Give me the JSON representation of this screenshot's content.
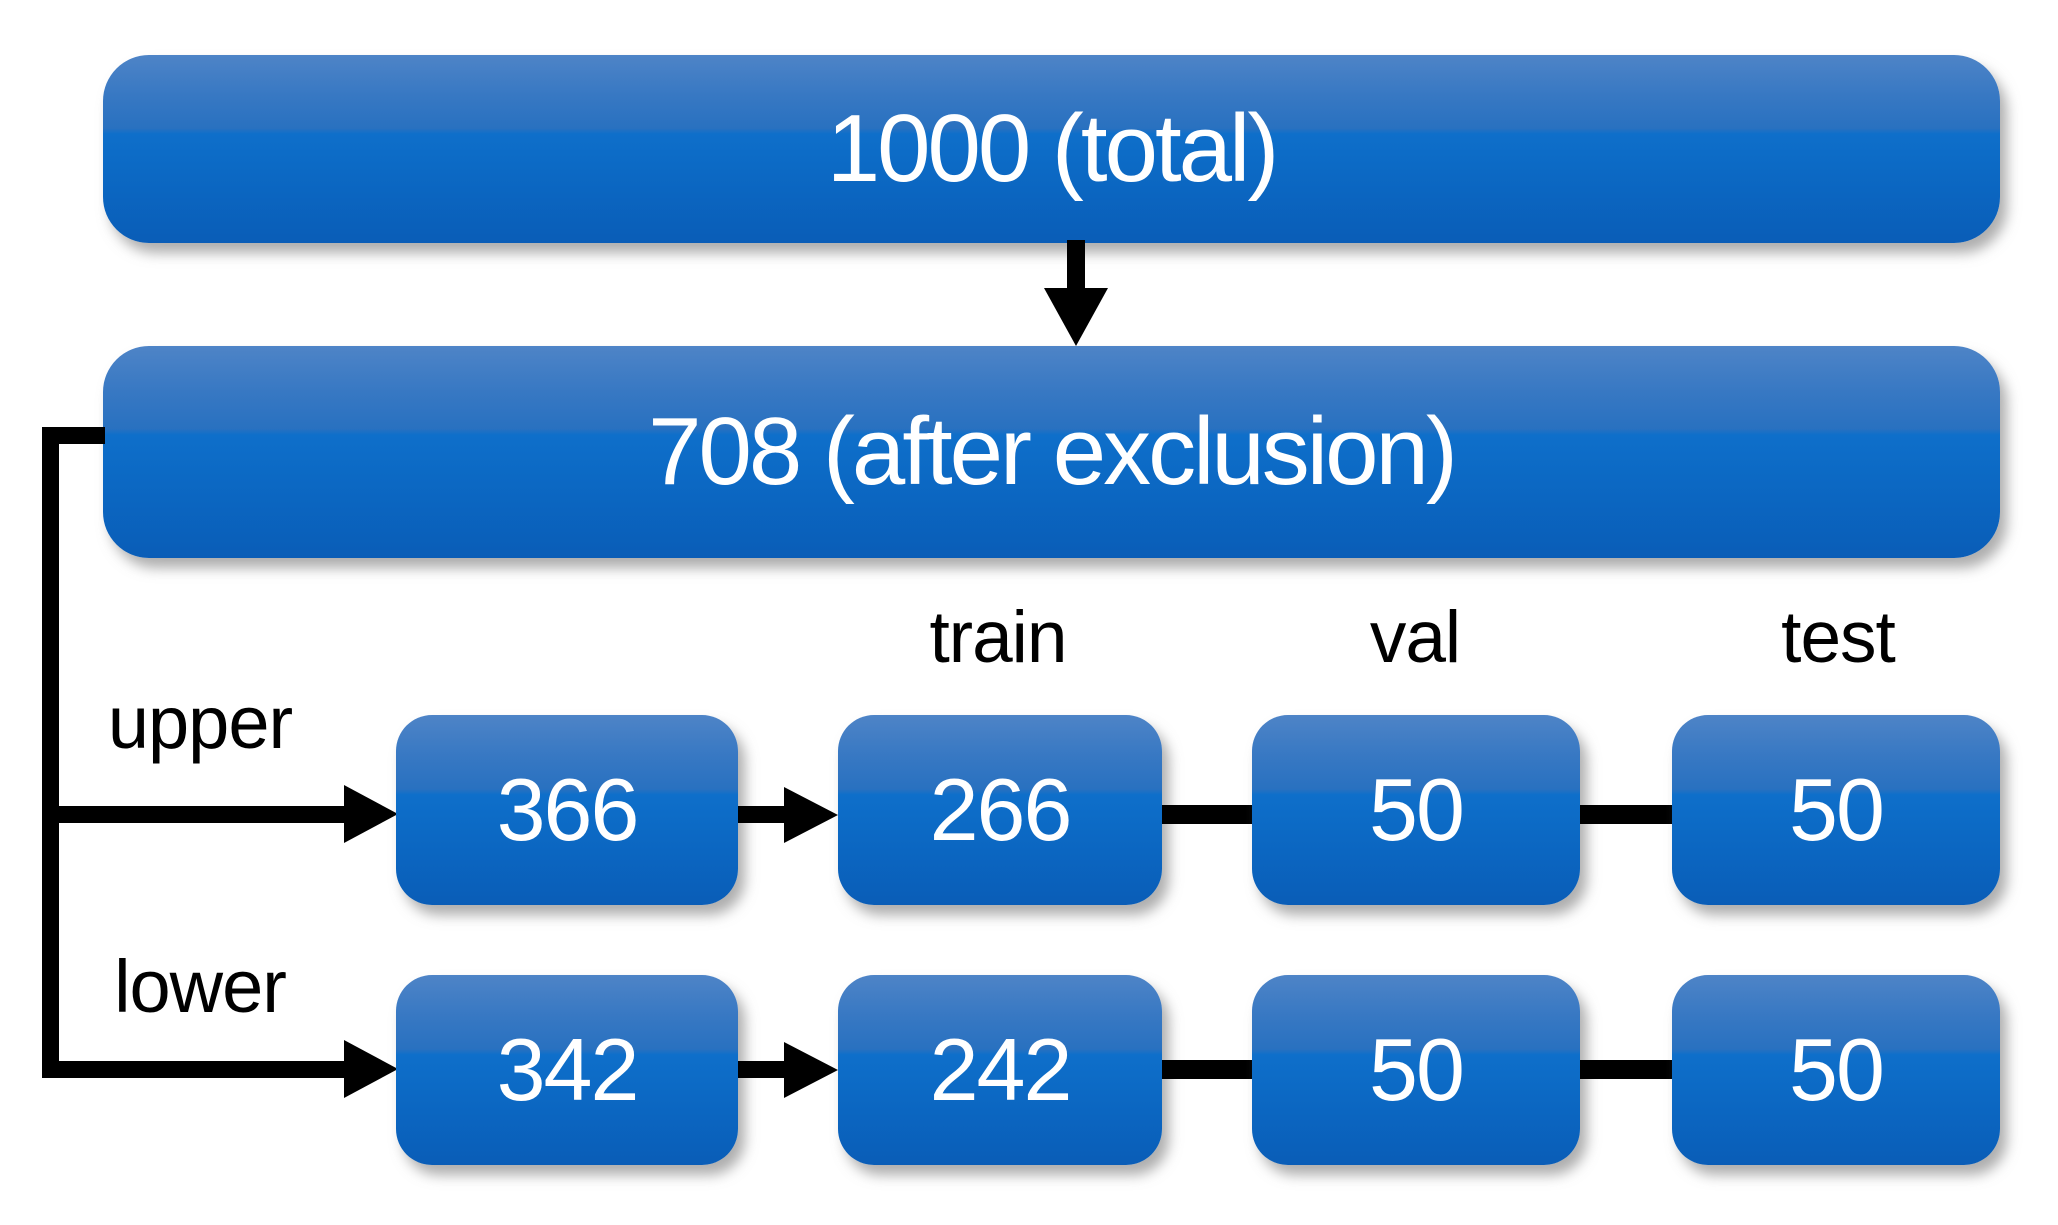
{
  "diagram": {
    "total_box": {
      "label": "1000 (total)"
    },
    "exclusion_box": {
      "label": "708 (after exclusion)"
    },
    "column_headers": {
      "train": "train",
      "val": "val",
      "test": "test"
    },
    "branches": [
      {
        "label": "upper",
        "split": "366",
        "train": "266",
        "val": "50",
        "test": "50"
      },
      {
        "label": "lower",
        "split": "342",
        "train": "242",
        "val": "50",
        "test": "50"
      }
    ],
    "colors": {
      "box_gradient_top": "#4e84c7",
      "box_gradient_mid": "#0e6fca",
      "box_gradient_bottom": "#0a5db7",
      "box_text": "#ffffff",
      "annotation_text": "#000000",
      "arrow": "#000000",
      "background": "#ffffff"
    }
  }
}
